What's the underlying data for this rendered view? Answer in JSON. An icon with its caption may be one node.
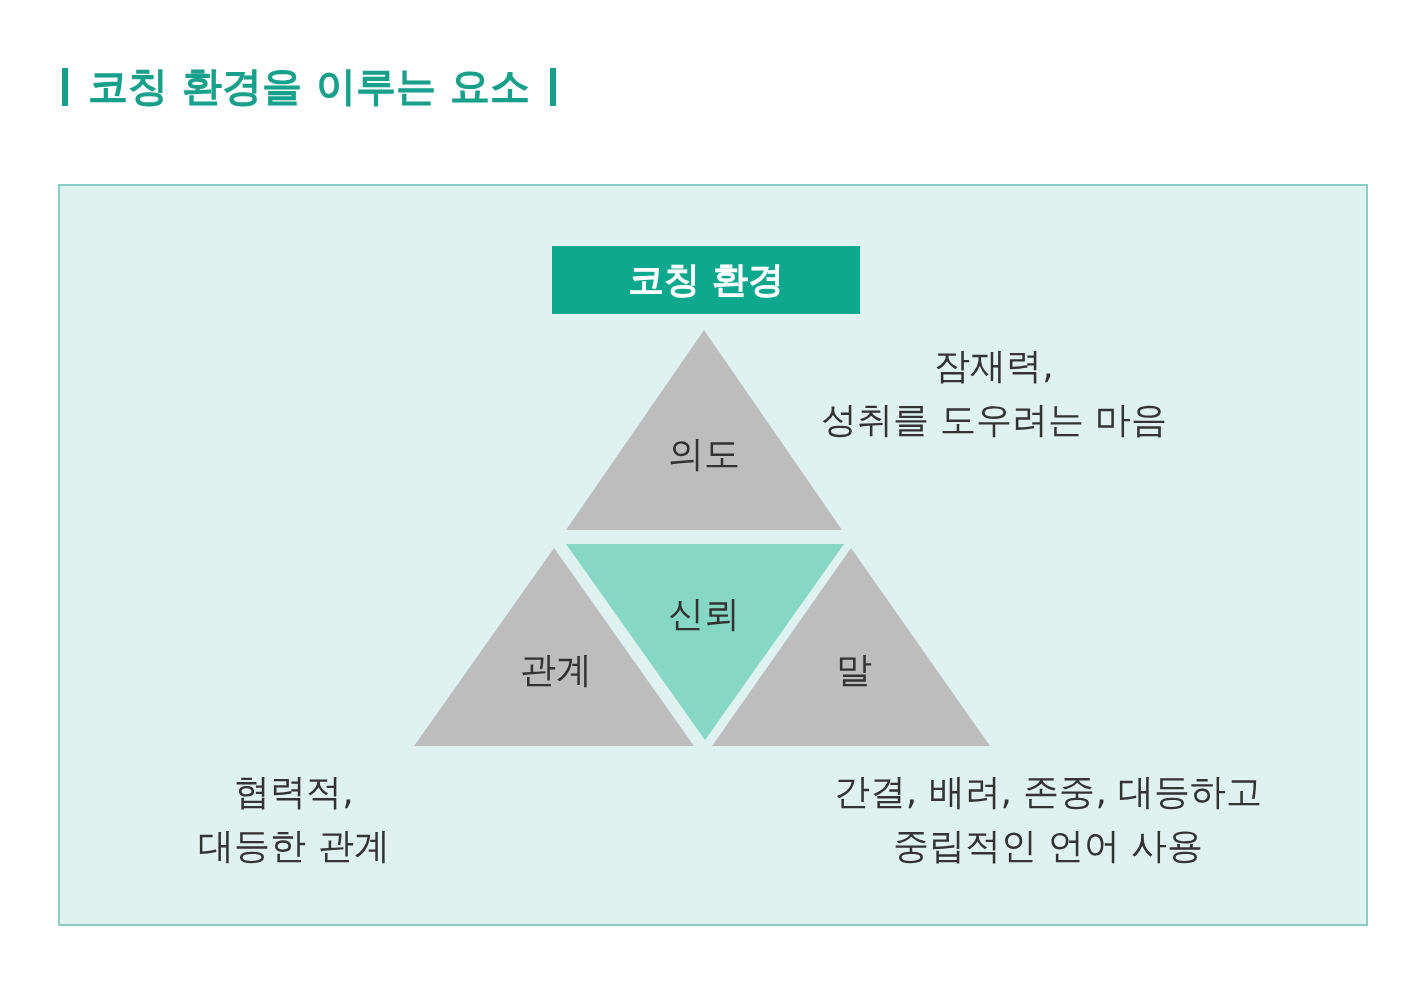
{
  "diagram": {
    "title": "코칭 환경을 이루는 요소",
    "nodes": [
      {
        "text": [
          "코칭 환경"
        ]
      },
      {
        "text": [
          "의도"
        ],
        "beside": [
          "잠재력, 성취를 도우려는 마음"
        ]
      },
      {
        "text": [
          "관계"
        ],
        "beside": [
          "협력적, 대등한 관계"
        ]
      },
      {
        "text": [
          "신뢰"
        ]
      },
      {
        "text": [
          "말"
        ],
        "beside": [
          "간결, 배려, 존중, 대등하고 중립적인 언어 사용"
        ]
      }
    ],
    "edges": []
  }
}
